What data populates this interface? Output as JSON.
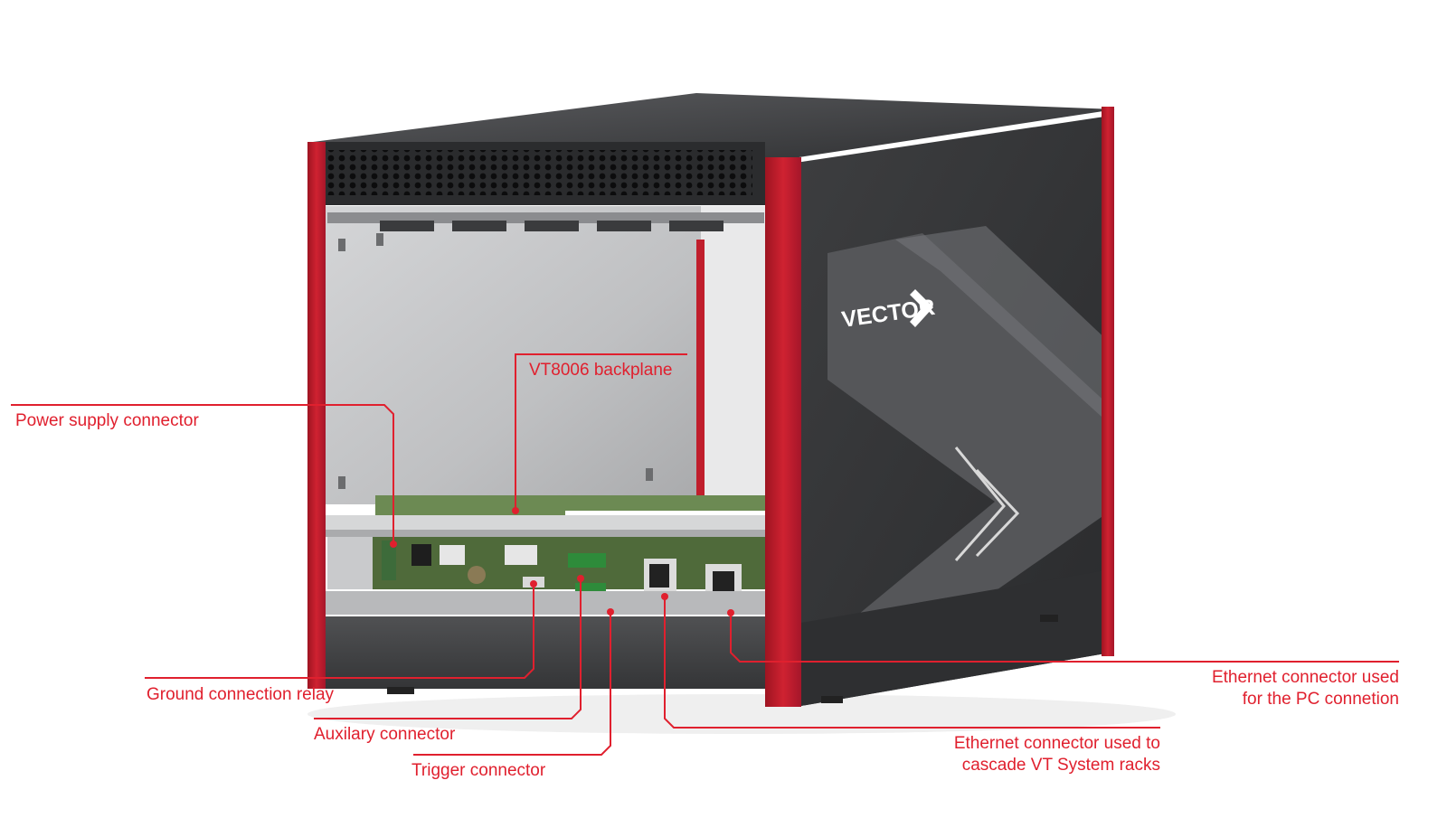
{
  "brand": {
    "logo_text": "VECTOR",
    "frame_color": "#c01e2c",
    "body_color": "#3a3b3d",
    "accent_color": "#e0202e"
  },
  "callouts": {
    "backplane": "VT8006 backplane",
    "power_supply": "Power supply connector",
    "ground_relay": "Ground connection relay",
    "auxiliary": "Auxilary connector",
    "trigger": "Trigger connector",
    "eth_cascade_line1": "Ethernet connector used to",
    "eth_cascade_line2": "cascade VT System racks",
    "eth_pc_line1": "Ethernet connector used",
    "eth_pc_line2": "for the PC connetion"
  }
}
